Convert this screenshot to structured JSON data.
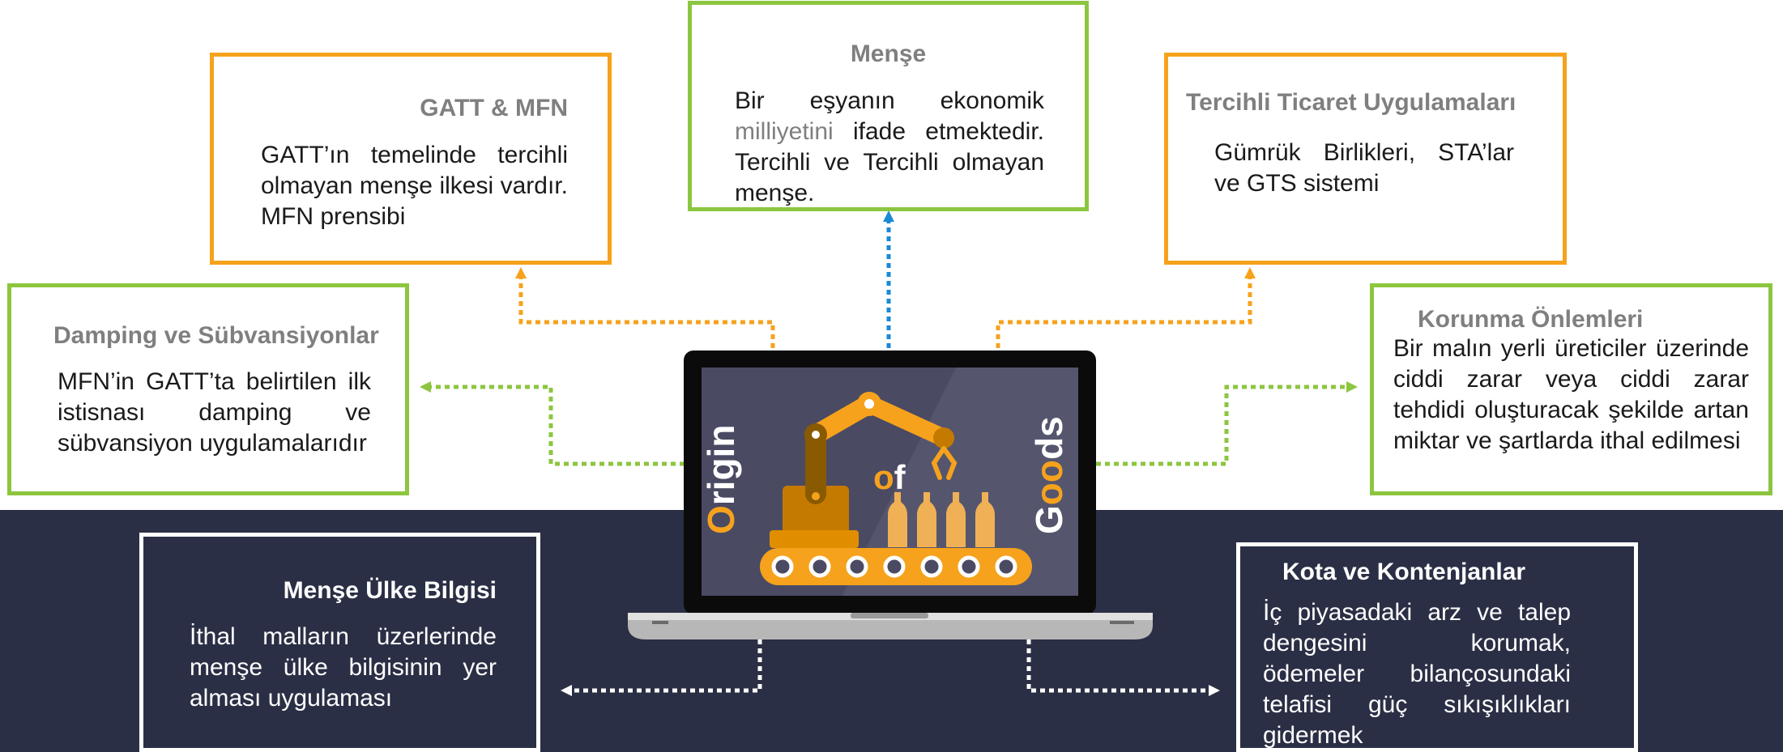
{
  "colors": {
    "orange": "#f6a21c",
    "green": "#8cc63f",
    "blue": "#1a8ad4",
    "navy": "#2b2f45"
  },
  "boxes": {
    "menshe": {
      "title": "Menşe",
      "body_pre": "Bir eşyanın ekonomik",
      "body_highlight": "milliyetini",
      "body_post": "ifade etmektedir. Tercihli ve Tercihli olmayan menşe."
    },
    "gatt": {
      "title": "GATT & MFN",
      "body": "GATT’ın temelinde tercihli olmayan menşe ilkesi vardır. MFN prensibi"
    },
    "tercihli": {
      "title": "Tercihli Ticaret Uygulamaları",
      "body": "Gümrük Birlikleri, STA’lar ve GTS sistemi"
    },
    "damping": {
      "title": "Damping ve Sübvansiyonlar",
      "body": "MFN’in GATT’ta belirtilen ilk istisnası damping ve sübvansiyon uygulamalarıdır"
    },
    "korunma": {
      "title": "Korunma Önlemleri",
      "body": "Bir malın yerli üreticiler üzerinde ciddi zarar veya ciddi zarar tehdidi oluşturacak şekilde artan miktar ve şartlarda ithal edilmesi"
    },
    "ulke": {
      "title": "Menşe Ülke Bilgisi",
      "body": "İthal malların üzerlerinde menşe ülke bilgisinin yer alması uygulaması"
    },
    "kota": {
      "title": "Kota ve Kontenjanlar",
      "body": "İç piyasadaki arz ve talep dengesini korumak, ödemeler bilançosundaki telafisi güç sıkışıklıkları gidermek"
    }
  },
  "laptop": {
    "word_left_initial": "O",
    "word_left_rest": "rigin",
    "word_mid_initial": "o",
    "word_mid_rest": "f",
    "word_right_initial": "G",
    "word_right_middle": "oo",
    "word_right_rest": "ds"
  }
}
